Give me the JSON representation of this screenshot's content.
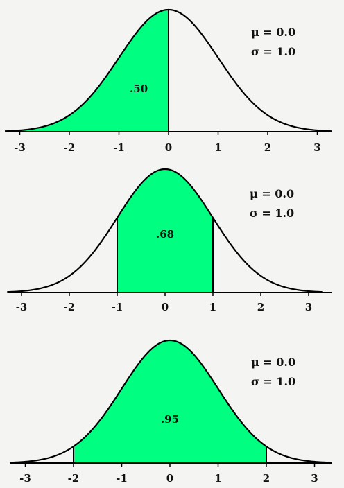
{
  "colors": {
    "fill": "#00ff80",
    "curve": "#000000",
    "background": "#f4f4f2"
  },
  "chart_data": [
    {
      "type": "area",
      "distribution": "normal",
      "mu_label": "μ = 0.0",
      "sigma_label": "σ = 1.0",
      "xlim": [
        -3.3,
        3.3
      ],
      "ylim": [
        0,
        0.4
      ],
      "xticks": [
        "-3",
        "-2",
        "-1",
        "0",
        "1",
        "2",
        "3"
      ],
      "shaded_range": [
        -3.3,
        0
      ],
      "area_label": ".50"
    },
    {
      "type": "area",
      "distribution": "normal",
      "mu_label": "μ = 0.0",
      "sigma_label": "σ = 1.0",
      "xlim": [
        -3.3,
        3.3
      ],
      "ylim": [
        0,
        0.4
      ],
      "xticks": [
        "-3",
        "-2",
        "-1",
        "0",
        "1",
        "2",
        "3"
      ],
      "shaded_range": [
        -1,
        1
      ],
      "area_label": ".68"
    },
    {
      "type": "area",
      "distribution": "normal",
      "mu_label": "μ = 0.0",
      "sigma_label": "σ = 1.0",
      "xlim": [
        -3.3,
        3.3
      ],
      "ylim": [
        0,
        0.4
      ],
      "xticks": [
        "-3",
        "-2",
        "-1",
        "0",
        "1",
        "2",
        "3"
      ],
      "shaded_range": [
        -2,
        2
      ],
      "area_label": ".95"
    }
  ]
}
